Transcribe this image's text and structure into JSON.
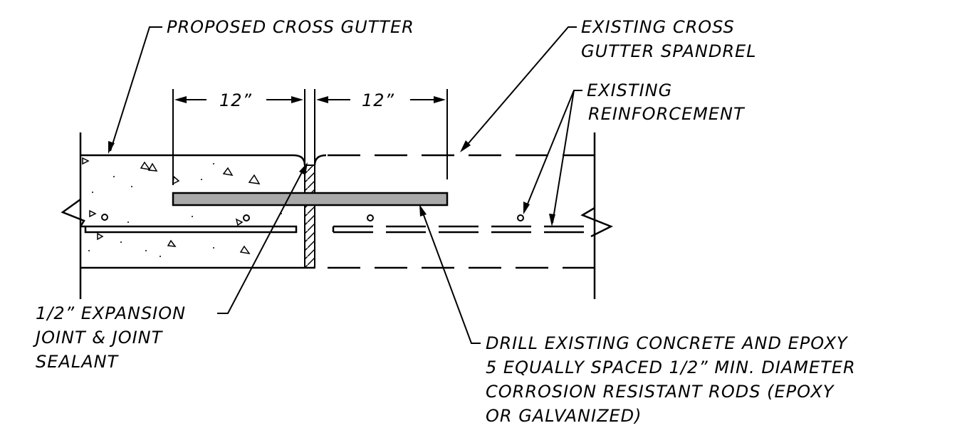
{
  "labels": {
    "proposed_cross_gutter": "PROPOSED CROSS GUTTER",
    "existing_spandrel_line1": "EXISTING CROSS",
    "existing_spandrel_line2": "GUTTER SPANDREL",
    "existing_reinforcement_line1": "EXISTING",
    "existing_reinforcement_line2": "REINFORCEMENT",
    "dimension_left": "12”",
    "dimension_right": "12”",
    "expansion_joint_line1": "1/2” EXPANSION",
    "expansion_joint_line2": "JOINT & JOINT",
    "expansion_joint_line3": "SEALANT",
    "drill_note_line1": "DRILL EXISTING CONCRETE AND EPOXY",
    "drill_note_line2": "5 EQUALLY SPACED 1/2” MIN. DIAMETER",
    "drill_note_line3": "CORROSION RESISTANT RODS (EPOXY",
    "drill_note_line4": "OR GALVANIZED)"
  },
  "colors": {
    "line": "#000000",
    "dowel_fill": "#a9a9a9",
    "background": "#ffffff"
  }
}
